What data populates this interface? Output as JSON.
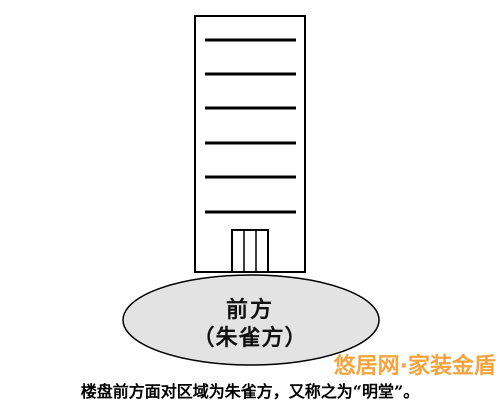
{
  "diagram": {
    "building": {
      "floor_lines": 6,
      "has_entrance": true
    },
    "front_area": {
      "label_line1": "前方",
      "label_line2": "（朱雀方）"
    },
    "caption": "楼盘前方面对区域为朱雀方，又称之为“明堂”。",
    "watermark": "悠居网·家装金盾",
    "colors": {
      "line": "#000000",
      "ellipse_fill": "#e3e3e3",
      "watermark": "#f39a2b"
    }
  }
}
